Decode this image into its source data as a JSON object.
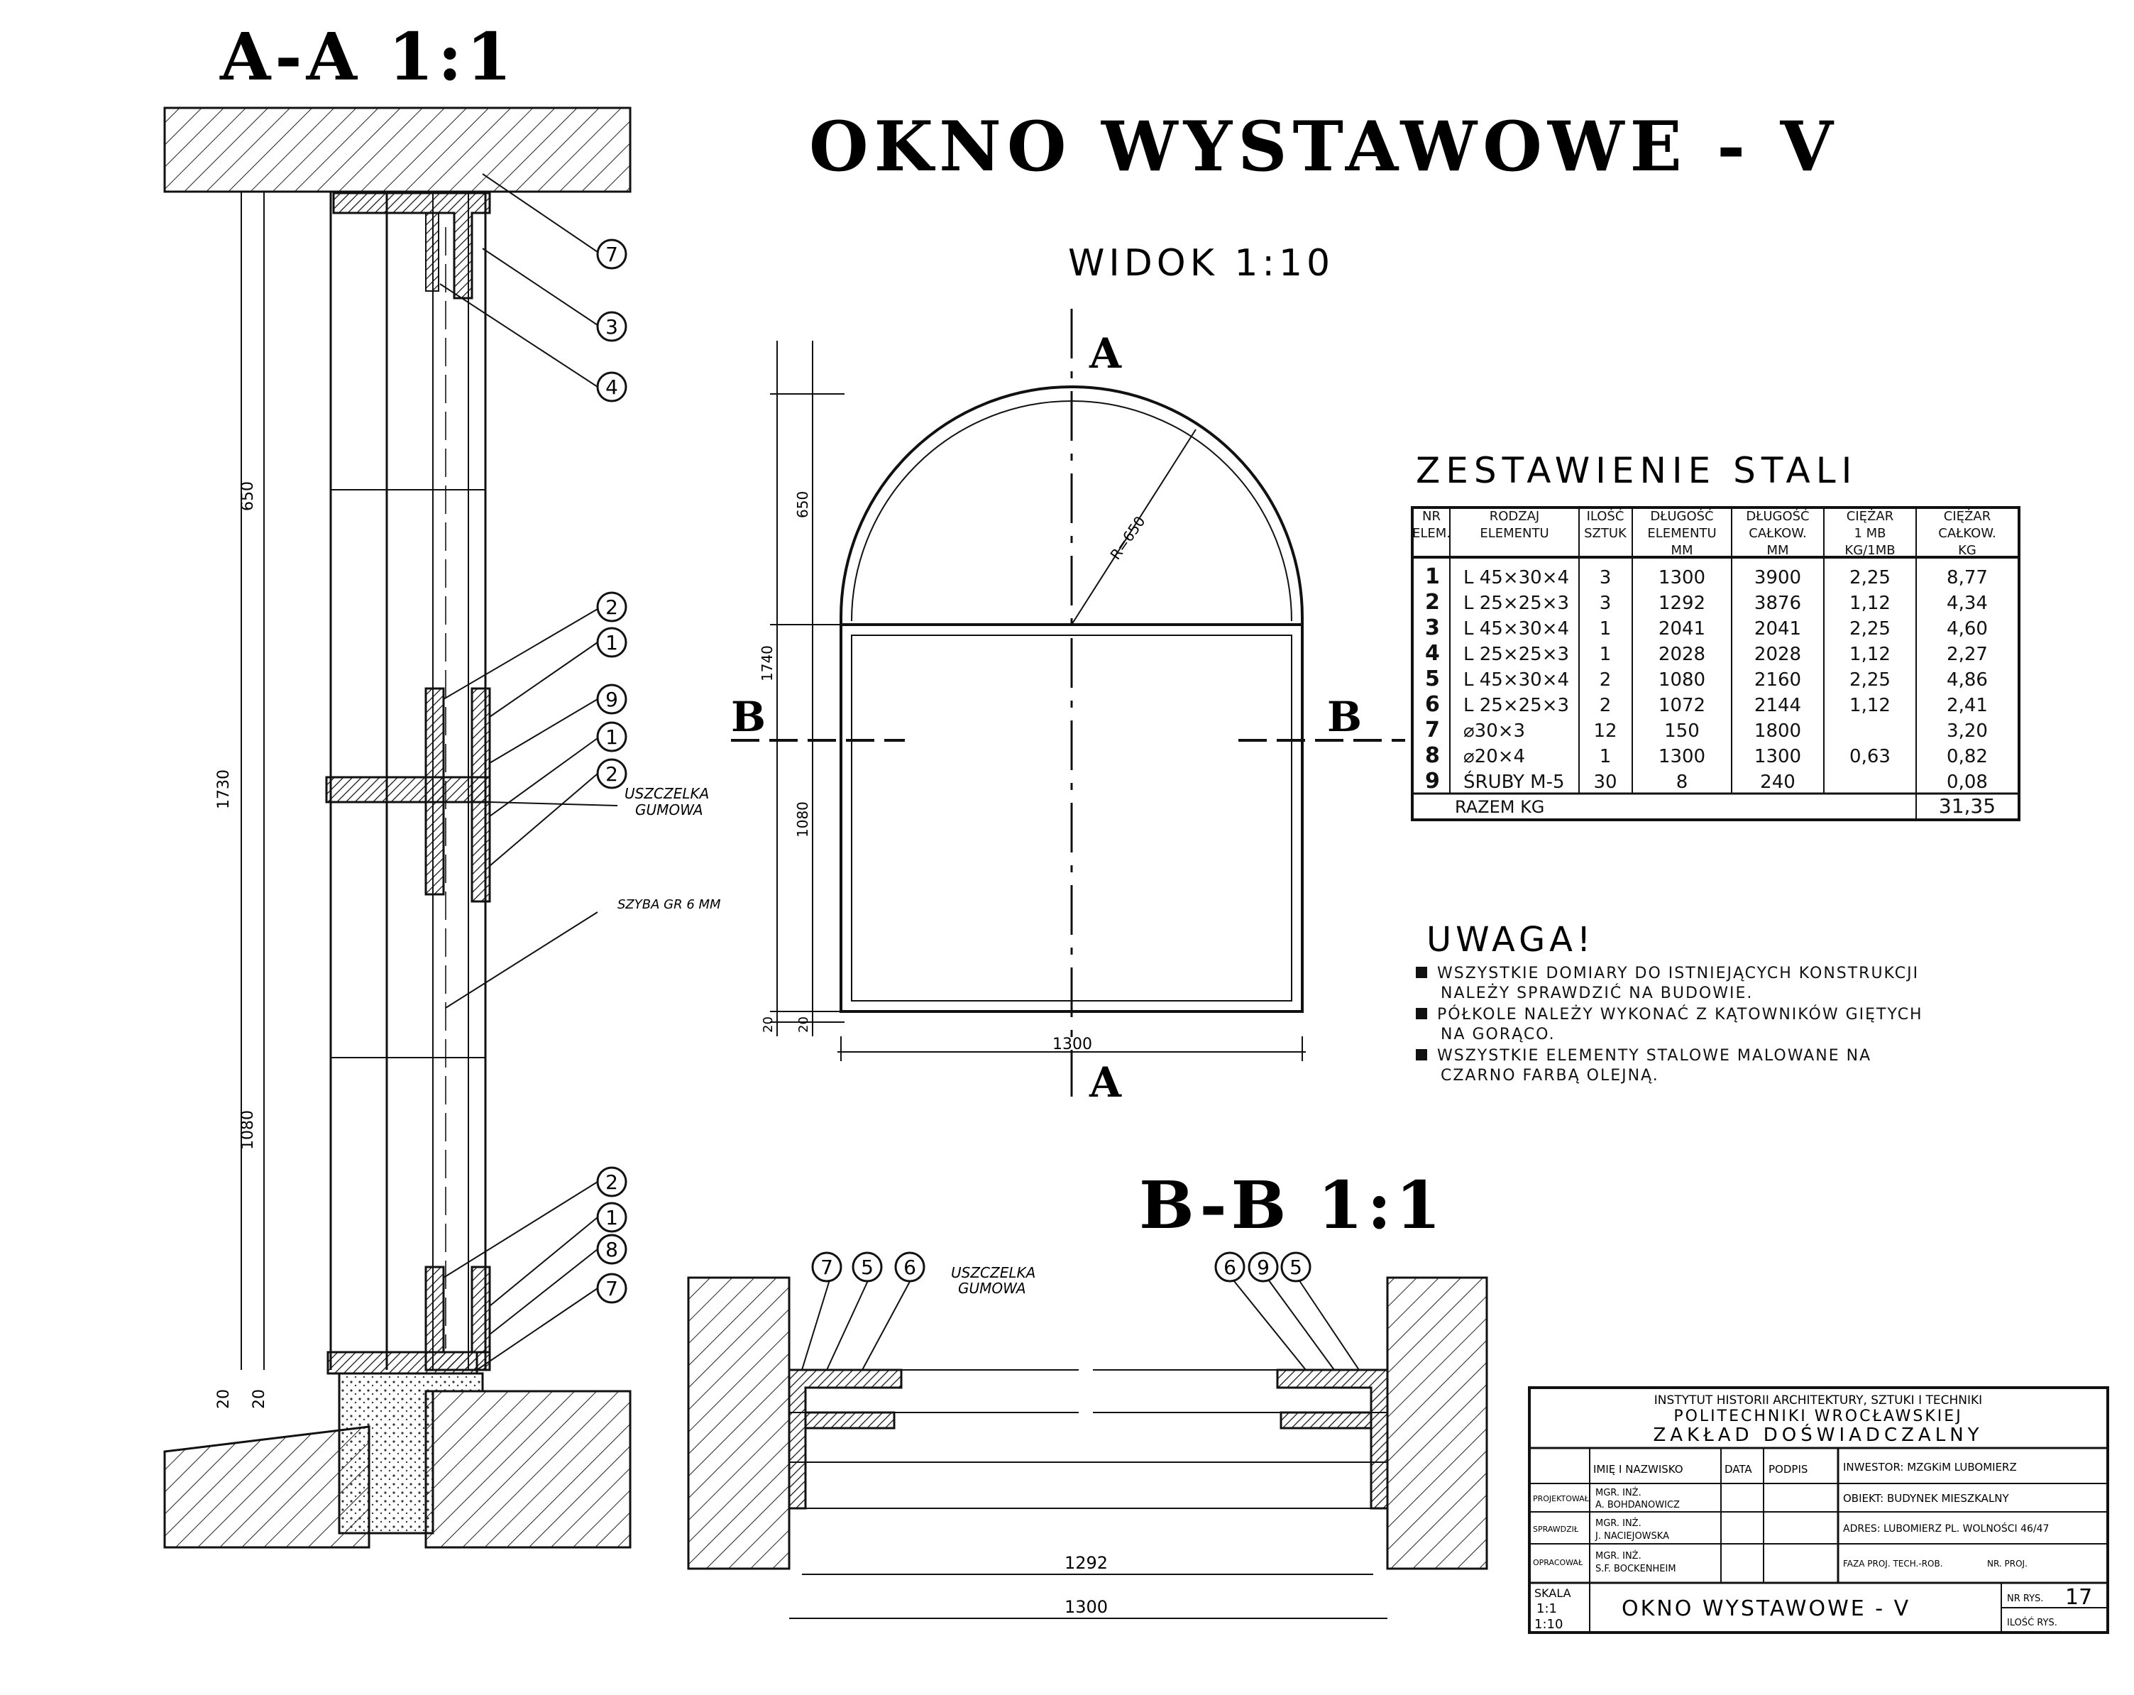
{
  "title": "OKNO WYSTAWOWE - V",
  "section_aa": {
    "title": "A-A 1:1"
  },
  "section_bb": {
    "title": "B-B 1:1",
    "seal_label": [
      "USZCZELKA",
      "GUMOWA"
    ],
    "dims": [
      "1292",
      "1300"
    ],
    "callouts_left": [
      "7",
      "5",
      "6"
    ],
    "callouts_right": [
      "6",
      "9",
      "5"
    ]
  },
  "view": {
    "title": "WIDOK 1:10",
    "cut_a": "A",
    "cut_b": "B",
    "radius": "R=650",
    "dim_total": "1300",
    "dims_v": [
      "650",
      "1740",
      "1080",
      "20",
      "20"
    ]
  },
  "aa_detail": {
    "callouts_top": [
      "7",
      "3",
      "4"
    ],
    "callouts_mid": [
      "2",
      "1",
      "9",
      "1",
      "2"
    ],
    "callouts_bottom": [
      "2",
      "1",
      "8",
      "7"
    ],
    "seal_label": [
      "USZCZELKA",
      "GUMOWA"
    ],
    "glass_label": "SZYBA GR 6 MM",
    "dims": [
      "650",
      "1730",
      "1080",
      "20",
      "20"
    ]
  },
  "steel": {
    "title": "ZESTAWIENIE STALI",
    "headers": [
      [
        "NR",
        "ELEM."
      ],
      [
        "RODZAJ",
        "ELEMENTU"
      ],
      [
        "ILOŚĆ",
        "SZTUK"
      ],
      [
        "DŁUGOŚĆ",
        "ELEMENTU",
        "MM"
      ],
      [
        "DŁUGOŚĆ",
        "CAŁKOW.",
        "MM"
      ],
      [
        "CIĘŻAR",
        "1 MB",
        "KG/1MB"
      ],
      [
        "CIĘŻAR",
        "CAŁKOW.",
        "KG"
      ]
    ],
    "rows": [
      [
        "1",
        "L 45×30×4",
        "3",
        "1300",
        "3900",
        "2,25",
        "8,77"
      ],
      [
        "2",
        "L 25×25×3",
        "3",
        "1292",
        "3876",
        "1,12",
        "4,34"
      ],
      [
        "3",
        "L 45×30×4",
        "1",
        "2041",
        "2041",
        "2,25",
        "4,60"
      ],
      [
        "4",
        "L 25×25×3",
        "1",
        "2028",
        "2028",
        "1,12",
        "2,27"
      ],
      [
        "5",
        "L 45×30×4",
        "2",
        "1080",
        "2160",
        "2,25",
        "4,86"
      ],
      [
        "6",
        "L 25×25×3",
        "2",
        "1072",
        "2144",
        "1,12",
        "2,41"
      ],
      [
        "7",
        "⌀30×3",
        "12",
        "150",
        "1800",
        "",
        "3,20"
      ],
      [
        "8",
        "⌀20×4",
        "1",
        "1300",
        "1300",
        "0,63",
        "0,82"
      ],
      [
        "9",
        "ŚRUBY M-5",
        "30",
        "8",
        "240",
        "",
        "0,08"
      ]
    ],
    "total_label": "RAZEM KG",
    "total_value": "31,35"
  },
  "note": {
    "title": "UWAGA!",
    "items": [
      [
        "WSZYSTKIE DOMIARY DO ISTNIEJĄCYCH KONSTRUKCJI",
        "NALEŻY SPRAWDZIĆ NA BUDOWIE."
      ],
      [
        "PÓŁKOLE NALEŻY WYKONAĆ Z KĄTOWNIKÓW GIĘTYCH",
        "NA GORĄCO."
      ],
      [
        "WSZYSTKIE ELEMENTY STALOWE MALOWANE NA",
        "CZARNO FARBĄ OLEJNĄ."
      ]
    ]
  },
  "titleblock": {
    "inst": [
      "INSTYTUT HISTORII ARCHITEKTURY, SZTUKI I TECHNIKI",
      "POLITECHNIKI WROCŁAWSKIEJ",
      "ZAKŁAD DOŚWIADCZALNY"
    ],
    "col_headers": [
      "IMIĘ I NAZWISKO",
      "DATA",
      "PODPIS"
    ],
    "roles": [
      "PROJEKTOWAŁ",
      "SPRAWDZIŁ",
      "OPRACOWAŁ"
    ],
    "names": [
      [
        "MGR. INŻ.",
        "A. BOHDANOWICZ"
      ],
      [
        "MGR. INŻ.",
        "J. NACIEJOWSKA"
      ],
      [
        "MGR. INŻ.",
        "S.F. BOCKENHEIM"
      ]
    ],
    "investor": "INWESTOR: MZGKiM LUBOMIERZ",
    "object": "OBIEKT: BUDYNEK MIESZKALNY",
    "address": "ADRES: LUBOMIERZ PL. WOLNOŚCI 46/47",
    "phase": "FAZA PROJ. TECH.-ROB.",
    "project_no": "NR. PROJ.",
    "scale_label": "SKALA",
    "scales": [
      "1:1",
      "1:10"
    ],
    "drawing_name": "OKNO WYSTAWOWE - V",
    "sheet_label": "NR RYS.",
    "sheet_no": "17",
    "count_label": "ILOŚĆ RYS."
  }
}
